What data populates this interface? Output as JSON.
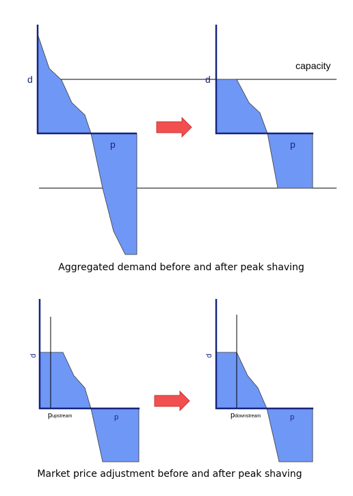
{
  "colors": {
    "fill": "#6f97f5",
    "outline": "#3a3a3a",
    "axis": "#16247a",
    "label": "#1a237e",
    "arrow_fill": "#f25050",
    "arrow_stroke": "#c83232",
    "capacity_line": "#000000"
  },
  "top_panel": {
    "capacity_label": "capacity",
    "left": {
      "y_label": "d",
      "x_label": "p"
    },
    "right": {
      "y_label": "d",
      "x_label": "p"
    },
    "arrow_icon": "right-arrow",
    "caption": "Aggregated demand before and after peak shaving"
  },
  "bottom_panel": {
    "left": {
      "y_label": "d",
      "x_label": "p",
      "price_label_main": "p",
      "price_label_sub": "upstream"
    },
    "right": {
      "y_label": "d",
      "x_label": "p",
      "price_label_main": "p",
      "price_label_sub": "downstream"
    },
    "arrow_icon": "right-arrow",
    "caption": "Market price adjustment before and after peak shaving"
  }
}
